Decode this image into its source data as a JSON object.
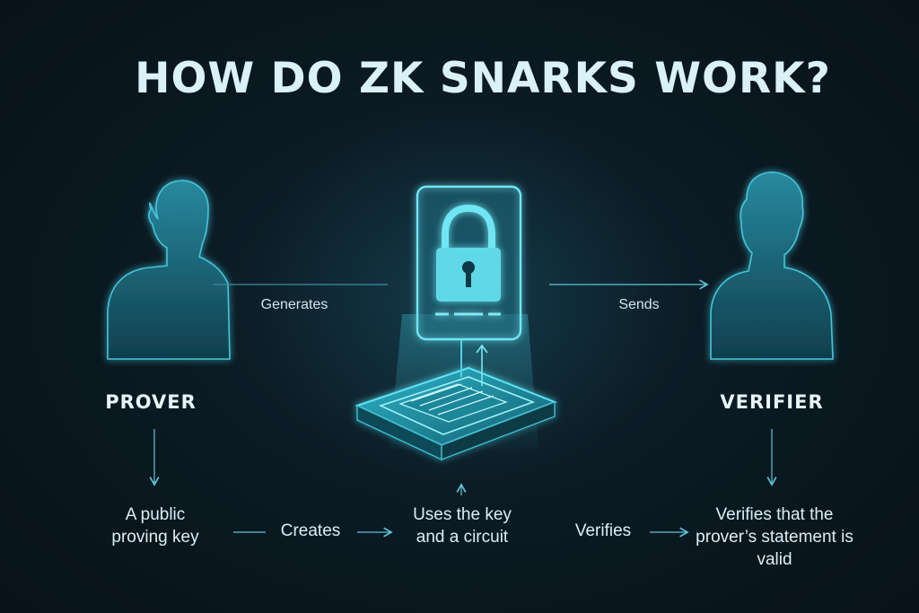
{
  "title": "HOW DO ZK SNARKS WORK?",
  "prover": {
    "label": "PROVER"
  },
  "verifier": {
    "label": "VERIFIER"
  },
  "edges": {
    "generates": "Generates",
    "sends": "Sends",
    "creates": "Creates",
    "verifies": "Verifies"
  },
  "steps": {
    "public_key": "A public proving key",
    "uses_key": "Uses the key and a circuit",
    "valid": "Verifies that the prover’s statement is valid"
  },
  "colors": {
    "background": "#0b1720",
    "accent": "#3fd3e6",
    "text": "#e6f4f8"
  },
  "icons": [
    "person-icon",
    "lock-icon",
    "circuit-chip-icon",
    "arrow-icon"
  ]
}
